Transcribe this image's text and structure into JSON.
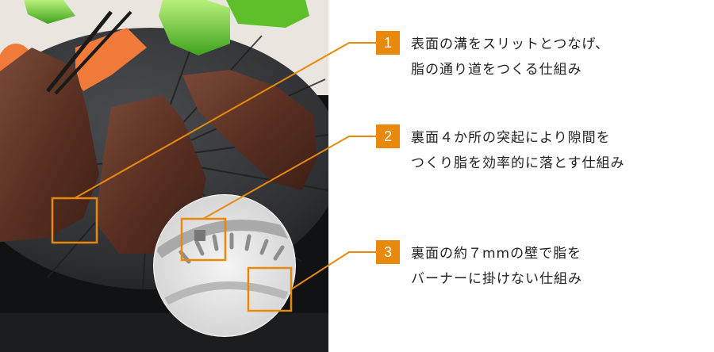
{
  "colors": {
    "accent": "#e8890c",
    "text": "#222222",
    "background": "#ffffff"
  },
  "photo": {
    "description_icon": "grill-plate-photo"
  },
  "callouts": [
    {
      "number": "1",
      "line1": "表面の溝をスリットとつなげ、",
      "line2": "脂の通り道をつくる仕組み"
    },
    {
      "number": "2",
      "line1": "裏面４か所の突起により隙間を",
      "line2": "つくり脂を効率的に落とす仕組み"
    },
    {
      "number": "3",
      "line1": "裏面の約７mmの壁で脂を",
      "line2": "バーナーに掛けない仕組み"
    }
  ]
}
